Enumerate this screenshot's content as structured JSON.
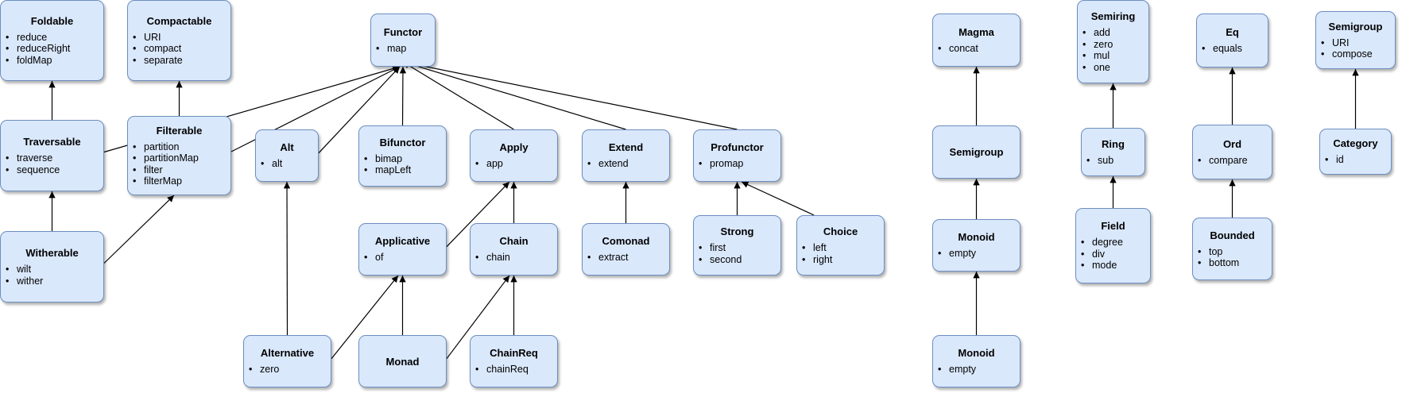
{
  "nodes": [
    {
      "id": "foldable",
      "title": "Foldable",
      "methods": [
        "reduce",
        "reduceRight",
        "foldMap"
      ]
    },
    {
      "id": "compactable",
      "title": "Compactable",
      "methods": [
        "URI",
        "compact",
        "separate"
      ]
    },
    {
      "id": "functor",
      "title": "Functor",
      "methods": [
        "map"
      ]
    },
    {
      "id": "traversable",
      "title": "Traversable",
      "methods": [
        "traverse",
        "sequence"
      ]
    },
    {
      "id": "filterable",
      "title": "Filterable",
      "methods": [
        "partition",
        "partitionMap",
        "filter",
        "filterMap"
      ]
    },
    {
      "id": "alt",
      "title": "Alt",
      "methods": [
        "alt"
      ]
    },
    {
      "id": "bifunctor",
      "title": "Bifunctor",
      "methods": [
        "bimap",
        "mapLeft"
      ]
    },
    {
      "id": "apply",
      "title": "Apply",
      "methods": [
        "app"
      ]
    },
    {
      "id": "extend",
      "title": "Extend",
      "methods": [
        "extend"
      ]
    },
    {
      "id": "profunctor",
      "title": "Profunctor",
      "methods": [
        "promap"
      ]
    },
    {
      "id": "witherable",
      "title": "Witherable",
      "methods": [
        "wilt",
        "wither"
      ]
    },
    {
      "id": "applicative",
      "title": "Applicative",
      "methods": [
        "of"
      ]
    },
    {
      "id": "chain",
      "title": "Chain",
      "methods": [
        "chain"
      ]
    },
    {
      "id": "comonad",
      "title": "Comonad",
      "methods": [
        "extract"
      ]
    },
    {
      "id": "strong",
      "title": "Strong",
      "methods": [
        "first",
        "second"
      ]
    },
    {
      "id": "choice",
      "title": "Choice",
      "methods": [
        "left",
        "right"
      ]
    },
    {
      "id": "alternative",
      "title": "Alternative",
      "methods": [
        "zero"
      ]
    },
    {
      "id": "monad",
      "title": "Monad",
      "methods": []
    },
    {
      "id": "chainreq",
      "title": "ChainReq",
      "methods": [
        "chainReq"
      ]
    },
    {
      "id": "magma",
      "title": "Magma",
      "methods": [
        "concat"
      ]
    },
    {
      "id": "semigroup-mid",
      "title": "Semigroup",
      "methods": []
    },
    {
      "id": "monoid-1",
      "title": "Monoid",
      "methods": [
        "empty"
      ]
    },
    {
      "id": "monoid-2",
      "title": "Monoid",
      "methods": [
        "empty"
      ]
    },
    {
      "id": "semiring",
      "title": "Semiring",
      "methods": [
        "add",
        "zero",
        "mul",
        "one"
      ]
    },
    {
      "id": "ring",
      "title": "Ring",
      "methods": [
        "sub"
      ]
    },
    {
      "id": "field",
      "title": "Field",
      "methods": [
        "degree",
        "div",
        "mode"
      ]
    },
    {
      "id": "eq",
      "title": "Eq",
      "methods": [
        "equals"
      ]
    },
    {
      "id": "ord",
      "title": "Ord",
      "methods": [
        "compare"
      ]
    },
    {
      "id": "bounded",
      "title": "Bounded",
      "methods": [
        "top",
        "bottom"
      ]
    },
    {
      "id": "semigroup-top",
      "title": "Semigroup",
      "methods": [
        "URI",
        "compose"
      ]
    },
    {
      "id": "category",
      "title": "Category",
      "methods": [
        "id"
      ]
    }
  ],
  "edges": [
    {
      "from": "traversable",
      "to": "foldable"
    },
    {
      "from": "filterable",
      "to": "compactable"
    },
    {
      "from": "traversable",
      "to": "functor"
    },
    {
      "from": "filterable",
      "to": "functor"
    },
    {
      "from": "alt",
      "to": "functor"
    },
    {
      "from": "bifunctor",
      "to": "functor"
    },
    {
      "from": "apply",
      "to": "functor"
    },
    {
      "from": "extend",
      "to": "functor"
    },
    {
      "from": "profunctor",
      "to": "functor"
    },
    {
      "from": "witherable",
      "to": "traversable"
    },
    {
      "from": "witherable",
      "to": "filterable"
    },
    {
      "from": "alternative",
      "to": "alt"
    },
    {
      "from": "alternative",
      "to": "applicative"
    },
    {
      "from": "applicative",
      "to": "apply"
    },
    {
      "from": "chain",
      "to": "apply"
    },
    {
      "from": "monad",
      "to": "applicative"
    },
    {
      "from": "monad",
      "to": "chain"
    },
    {
      "from": "chainreq",
      "to": "chain"
    },
    {
      "from": "comonad",
      "to": "extend"
    },
    {
      "from": "strong",
      "to": "profunctor"
    },
    {
      "from": "choice",
      "to": "profunctor"
    },
    {
      "from": "semigroup-mid",
      "to": "magma"
    },
    {
      "from": "monoid-1",
      "to": "semigroup-mid"
    },
    {
      "from": "monoid-2",
      "to": "monoid-1"
    },
    {
      "from": "ring",
      "to": "semiring"
    },
    {
      "from": "field",
      "to": "ring"
    },
    {
      "from": "ord",
      "to": "eq"
    },
    {
      "from": "bounded",
      "to": "ord"
    },
    {
      "from": "category",
      "to": "semigroup-top"
    }
  ]
}
